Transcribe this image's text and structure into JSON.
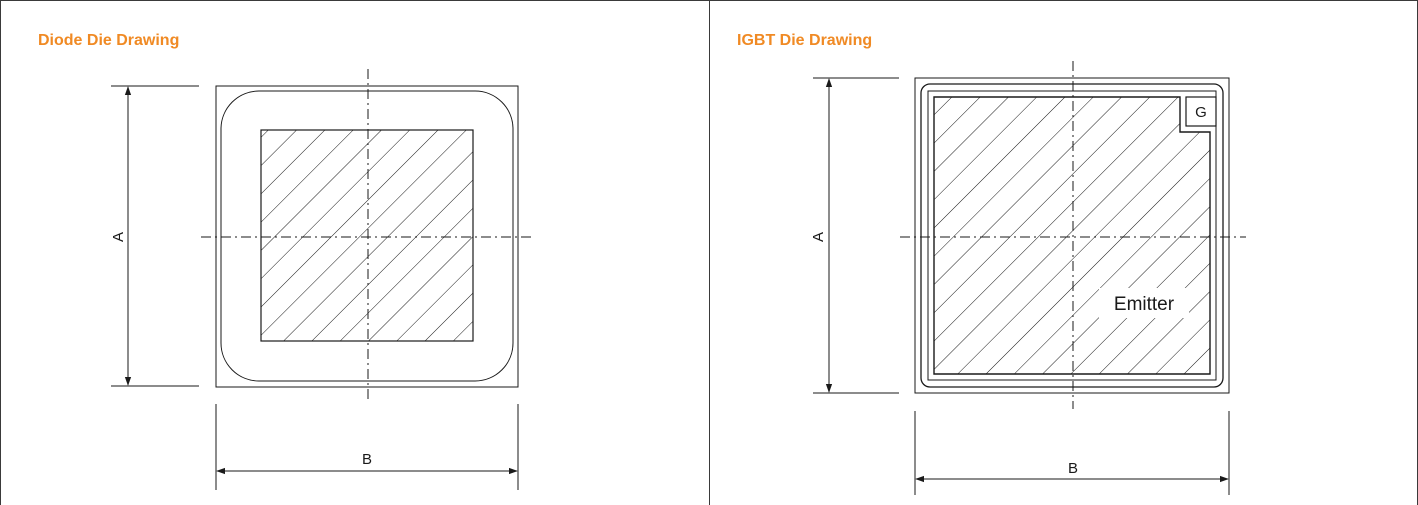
{
  "diode": {
    "title": "Diode Die Drawing",
    "dim_a": "A",
    "dim_b": "B"
  },
  "igbt": {
    "title": "IGBT Die Drawing",
    "dim_a": "A",
    "dim_b": "B",
    "gate_label": "G",
    "emitter_label": "Emitter"
  },
  "colors": {
    "title": "#f08a24",
    "line": "#1a1a1a",
    "frame": "#3a3a3a"
  }
}
